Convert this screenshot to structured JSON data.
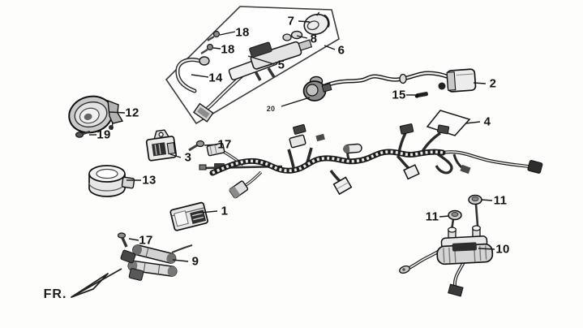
{
  "diagram": {
    "kind": "exploded-parts-diagram",
    "front_marker": "FR.",
    "accent_ink": "#1a1a1a",
    "paper": "#fdfdfc",
    "callouts": {
      "n1": "1",
      "n2": "2",
      "n3": "3",
      "n4": "4",
      "n5": "5",
      "n6": "6",
      "n7": "7",
      "n8": "8",
      "n9": "9",
      "n10": "10",
      "n11a": "11",
      "n11b": "11",
      "n12": "12",
      "n13": "13",
      "n14": "14",
      "n15": "15",
      "n17a": "17",
      "n17b": "17",
      "n18a": "18",
      "n18b": "18",
      "n19": "19",
      "n20": "20"
    },
    "icons": {
      "1": "relay-box",
      "2": "ignition-coil",
      "3": "rectifier-box",
      "4": "cdi-flat-unit",
      "5": "ignition-switch",
      "6": "mount-panel-outline",
      "7": "key-cap",
      "8": "switch-terminal",
      "9": "fuse-case",
      "10": "pulse-coil",
      "11": "flange-bolt",
      "12": "horn",
      "13": "flasher-relay",
      "14": "tube",
      "15": "wire-clip",
      "17": "screw",
      "18": "screw",
      "19": "bolt",
      "20": "spark-plug-cap"
    }
  }
}
